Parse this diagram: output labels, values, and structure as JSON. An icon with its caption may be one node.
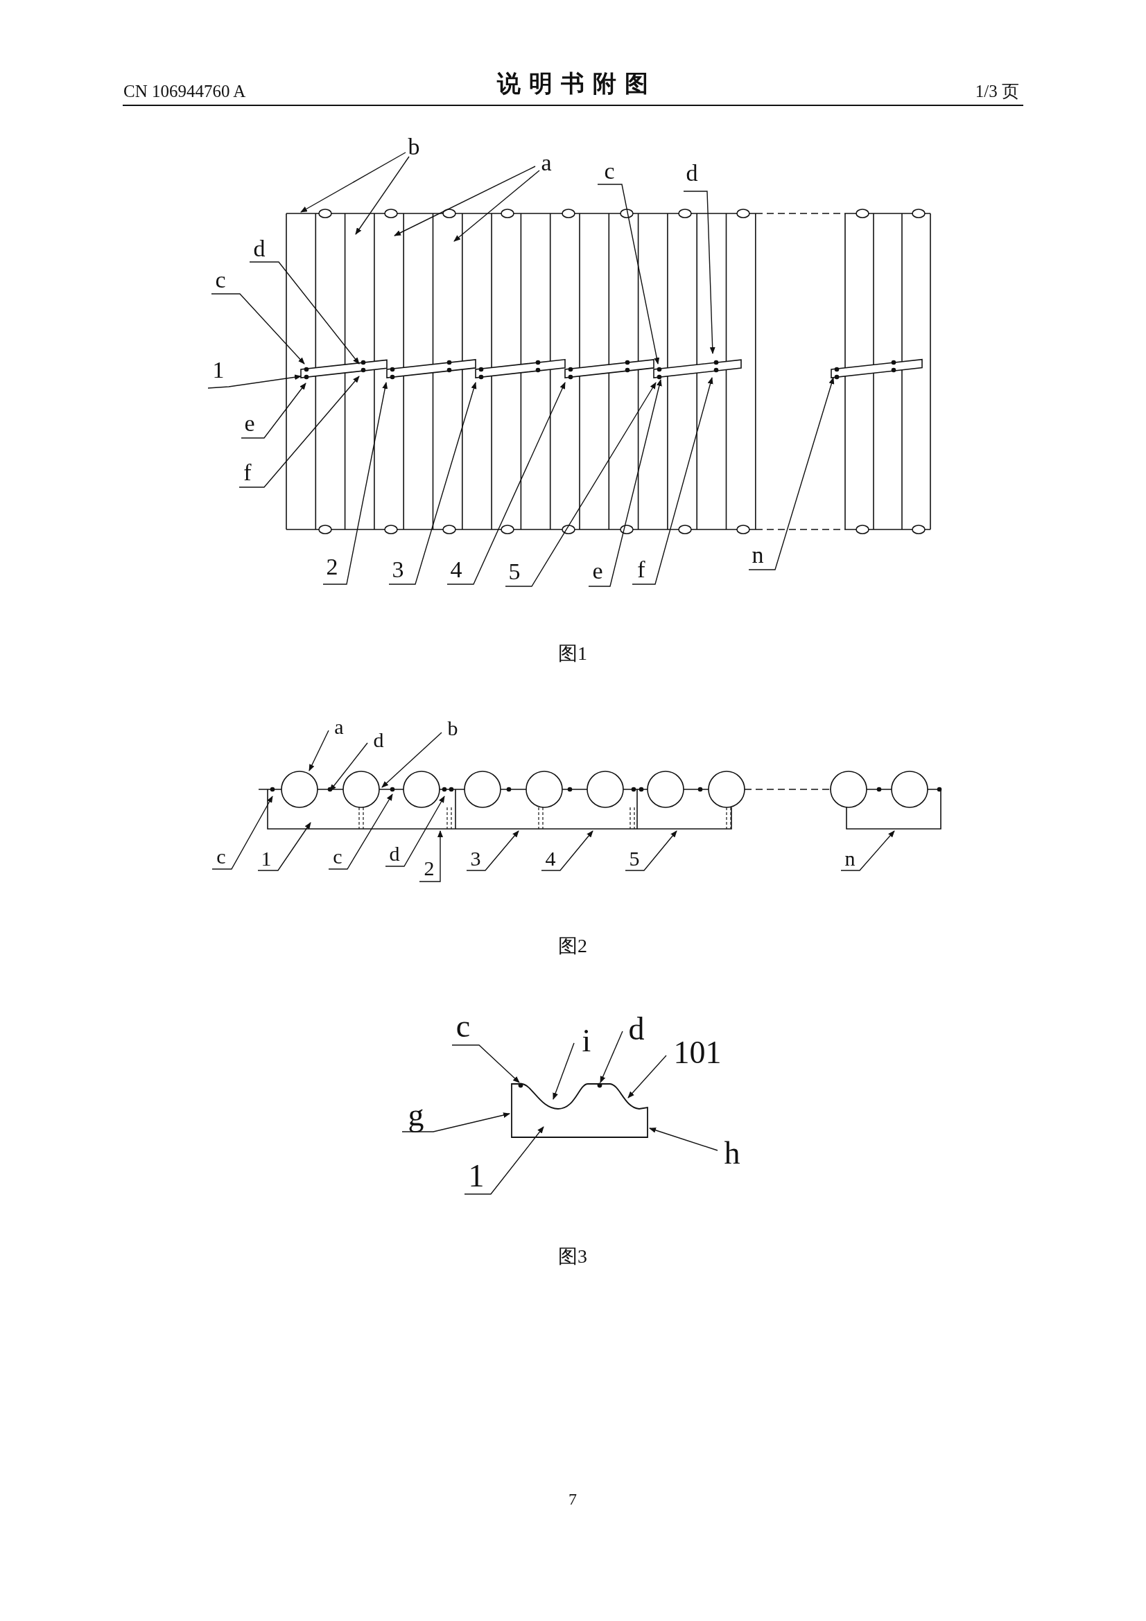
{
  "diagram": {
    "title": "说 明 书 附 图",
    "nodes": [
      {
        "text": [
          "b"
        ]
      },
      {
        "text": [
          "a"
        ]
      },
      {
        "text": [
          "c"
        ]
      },
      {
        "text": [
          "d"
        ]
      },
      {
        "text": [
          "d"
        ]
      },
      {
        "text": [
          "c"
        ]
      },
      {
        "text": [
          "1"
        ]
      },
      {
        "text": [
          "e"
        ]
      },
      {
        "text": [
          "f"
        ]
      },
      {
        "text": [
          "2"
        ]
      },
      {
        "text": [
          "3"
        ]
      },
      {
        "text": [
          "4"
        ]
      },
      {
        "text": [
          "5"
        ]
      },
      {
        "text": [
          "e"
        ]
      },
      {
        "text": [
          "f"
        ]
      },
      {
        "text": [
          "n"
        ]
      },
      {
        "text": [
          "a"
        ]
      },
      {
        "text": [
          "d"
        ]
      },
      {
        "text": [
          "b"
        ]
      },
      {
        "text": [
          "c"
        ]
      },
      {
        "text": [
          "1"
        ]
      },
      {
        "text": [
          "c"
        ]
      },
      {
        "text": [
          "d"
        ]
      },
      {
        "text": [
          "2"
        ]
      },
      {
        "text": [
          "3"
        ]
      },
      {
        "text": [
          "4"
        ]
      },
      {
        "text": [
          "5"
        ]
      },
      {
        "text": [
          "n"
        ]
      },
      {
        "text": [
          "c"
        ]
      },
      {
        "text": [
          "i"
        ]
      },
      {
        "text": [
          "d"
        ]
      },
      {
        "text": [
          "101"
        ]
      },
      {
        "text": [
          "g"
        ]
      },
      {
        "text": [
          "1"
        ]
      },
      {
        "text": [
          "h"
        ]
      },
      {
        "text": [],
        "shape": "picture"
      },
      {
        "text": [],
        "shape": "picture"
      },
      {
        "text": [],
        "shape": "picture"
      }
    ],
    "edges": [
      {
        "from": 0,
        "to": 35,
        "arrow": "to"
      },
      {
        "from": 0,
        "to": 35,
        "arrow": "to"
      },
      {
        "from": 1,
        "to": 35,
        "arrow": "to"
      },
      {
        "from": 1,
        "to": 35,
        "arrow": "to"
      },
      {
        "from": 2,
        "to": 35,
        "arrow": "to"
      },
      {
        "from": 3,
        "to": 35,
        "arrow": "to"
      },
      {
        "from": 4,
        "to": 35,
        "arrow": "to"
      },
      {
        "from": 5,
        "to": 35,
        "arrow": "to"
      },
      {
        "from": 6,
        "to": 35,
        "arrow": "to"
      },
      {
        "from": 7,
        "to": 35,
        "arrow": "to"
      },
      {
        "from": 8,
        "to": 35,
        "arrow": "to"
      },
      {
        "from": 9,
        "to": 35,
        "arrow": "to"
      },
      {
        "from": 10,
        "to": 35,
        "arrow": "to"
      },
      {
        "from": 11,
        "to": 35,
        "arrow": "to"
      },
      {
        "from": 12,
        "to": 35,
        "arrow": "to"
      },
      {
        "from": 13,
        "to": 35,
        "arrow": "to"
      },
      {
        "from": 14,
        "to": 35,
        "arrow": "to"
      },
      {
        "from": 15,
        "to": 35,
        "arrow": "to"
      },
      {
        "from": 16,
        "to": 36,
        "arrow": "to"
      },
      {
        "from": 17,
        "to": 36,
        "arrow": "to"
      },
      {
        "from": 18,
        "to": 36,
        "arrow": "to"
      },
      {
        "from": 19,
        "to": 36,
        "arrow": "to"
      },
      {
        "from": 20,
        "to": 36,
        "arrow": "to"
      },
      {
        "from": 21,
        "to": 36,
        "arrow": "to"
      },
      {
        "from": 22,
        "to": 36,
        "arrow": "to"
      },
      {
        "from": 23,
        "to": 36,
        "arrow": "to"
      },
      {
        "from": 24,
        "to": 36,
        "arrow": "to"
      },
      {
        "from": 25,
        "to": 36,
        "arrow": "to"
      },
      {
        "from": 26,
        "to": 36,
        "arrow": "to"
      },
      {
        "from": 27,
        "to": 36,
        "arrow": "to"
      },
      {
        "from": 28,
        "to": 37,
        "arrow": "to"
      },
      {
        "from": 29,
        "to": 37,
        "arrow": "to"
      },
      {
        "from": 30,
        "to": 37,
        "arrow": "to"
      },
      {
        "from": 31,
        "to": 37,
        "arrow": "to"
      },
      {
        "from": 32,
        "to": 37,
        "arrow": "to"
      },
      {
        "from": 33,
        "to": 37,
        "arrow": "to"
      },
      {
        "from": 34,
        "to": 37,
        "arrow": "to"
      }
    ],
    "labels": [
      "CN 106944760 A",
      "1/3 页",
      "图1",
      "图2",
      "图3",
      "7"
    ]
  }
}
